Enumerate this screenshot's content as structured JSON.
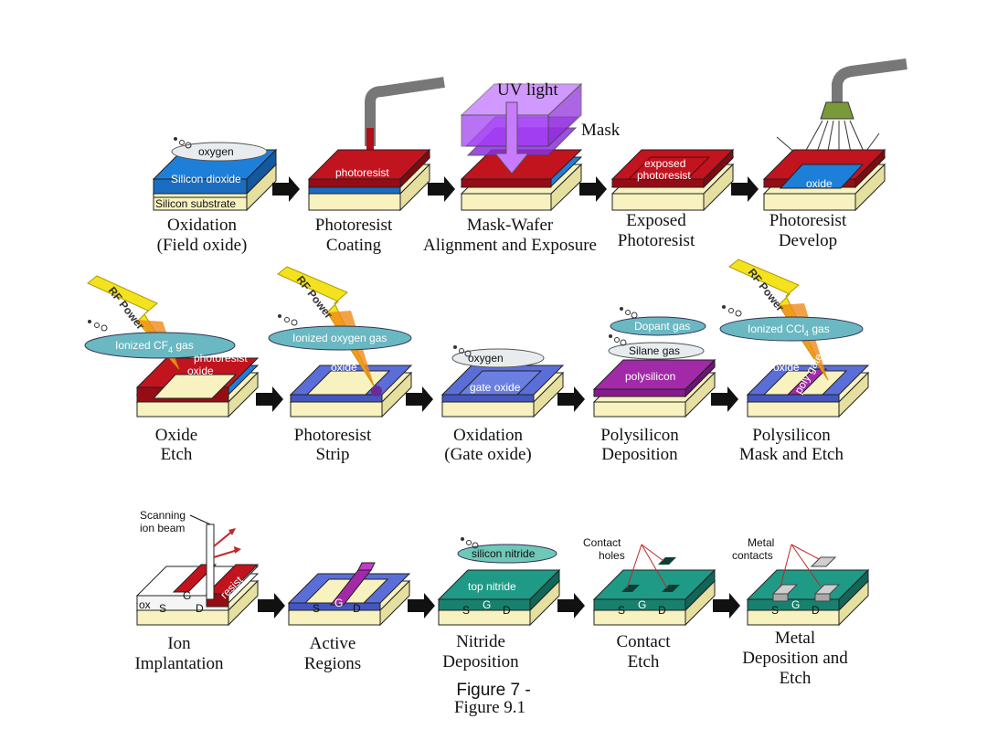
{
  "rows": [
    [
      {
        "caption": [
          "Oxidation",
          "(Field oxide)"
        ],
        "labels": {
          "gas": "oxygen",
          "layer": "Silicon dioxide",
          "substrate": "Silicon substrate"
        }
      },
      {
        "caption": [
          "Photoresist",
          "Coating"
        ],
        "labels": {
          "layer": "photoresist"
        }
      },
      {
        "caption": [
          "Mask-Wafer",
          "Alignment and Exposure"
        ],
        "labels": {
          "uv": "UV light",
          "mask": "Mask"
        }
      },
      {
        "caption": [
          "Exposed",
          "Photoresist"
        ],
        "labels": {
          "layer1": "exposed",
          "layer2": "photoresist"
        }
      },
      {
        "caption": [
          "Photoresist",
          "Develop"
        ],
        "labels": {
          "layer": "oxide"
        }
      }
    ],
    [
      {
        "caption": [
          "Oxide",
          "Etch"
        ],
        "labels": {
          "rf": "RF Power",
          "gas": "Ionized CF",
          "gas_sub": "4",
          "gas_end": " gas",
          "layer1": "photoresist",
          "layer2": "oxide"
        }
      },
      {
        "caption": [
          "Photoresist",
          "Strip"
        ],
        "labels": {
          "rf": "RF Power",
          "gas": "Ionized oxygen gas",
          "layer": "oxide"
        }
      },
      {
        "caption": [
          "Oxidation",
          "(Gate oxide)"
        ],
        "labels": {
          "gas": "oxygen",
          "layer": "gate oxide"
        }
      },
      {
        "caption": [
          "Polysilicon",
          "Deposition"
        ],
        "labels": {
          "gas1": "Dopant gas",
          "gas2": "Silane gas",
          "layer": "polysilicon"
        }
      },
      {
        "caption": [
          "Polysilicon",
          "Mask and Etch"
        ],
        "labels": {
          "rf": "RF Power",
          "gas": "Ionized CCl",
          "gas_sub": "4",
          "gas_end": " gas",
          "layer1": "oxide",
          "layer2": "poly gate"
        }
      }
    ],
    [
      {
        "caption": [
          "Ion",
          "Implantation"
        ],
        "labels": {
          "beam": "Scanning",
          "beam2": "ion  beam",
          "resist": "resist",
          "ox": "ox",
          "s": "S",
          "g": "G",
          "d": "D"
        }
      },
      {
        "caption": [
          "Active",
          "Regions"
        ],
        "labels": {
          "s": "S",
          "g": "G",
          "d": "D"
        }
      },
      {
        "caption": [
          "Nitride",
          "Deposition"
        ],
        "labels": {
          "gas": "silicon nitride",
          "layer": "top nitride",
          "s": "S",
          "g": "G",
          "d": "D"
        }
      },
      {
        "caption": [
          "Contact",
          "Etch"
        ],
        "labels": {
          "note1": "Contact",
          "note2": "holes",
          "s": "S",
          "g": "G",
          "d": "D"
        }
      },
      {
        "caption": [
          "Metal",
          "Deposition and",
          "Etch"
        ],
        "labels": {
          "note1": "Metal",
          "note2": "contacts",
          "s": "S",
          "g": "G",
          "d": "D"
        }
      }
    ]
  ],
  "figure_label_1": "Figure 7 -",
  "figure_label_2": "Figure 9.1",
  "colors": {
    "oxide_blue": "#1e7fd9",
    "photoresist_red": "#b0101a",
    "substrate_yellow": "#f7f2bf",
    "uv_purple": "#a23cff",
    "poly_magenta": "#a22aa8",
    "nitride_teal": "#1f9a86",
    "metal_grey": "#cfcfcf",
    "arrow_black": "#111111"
  }
}
